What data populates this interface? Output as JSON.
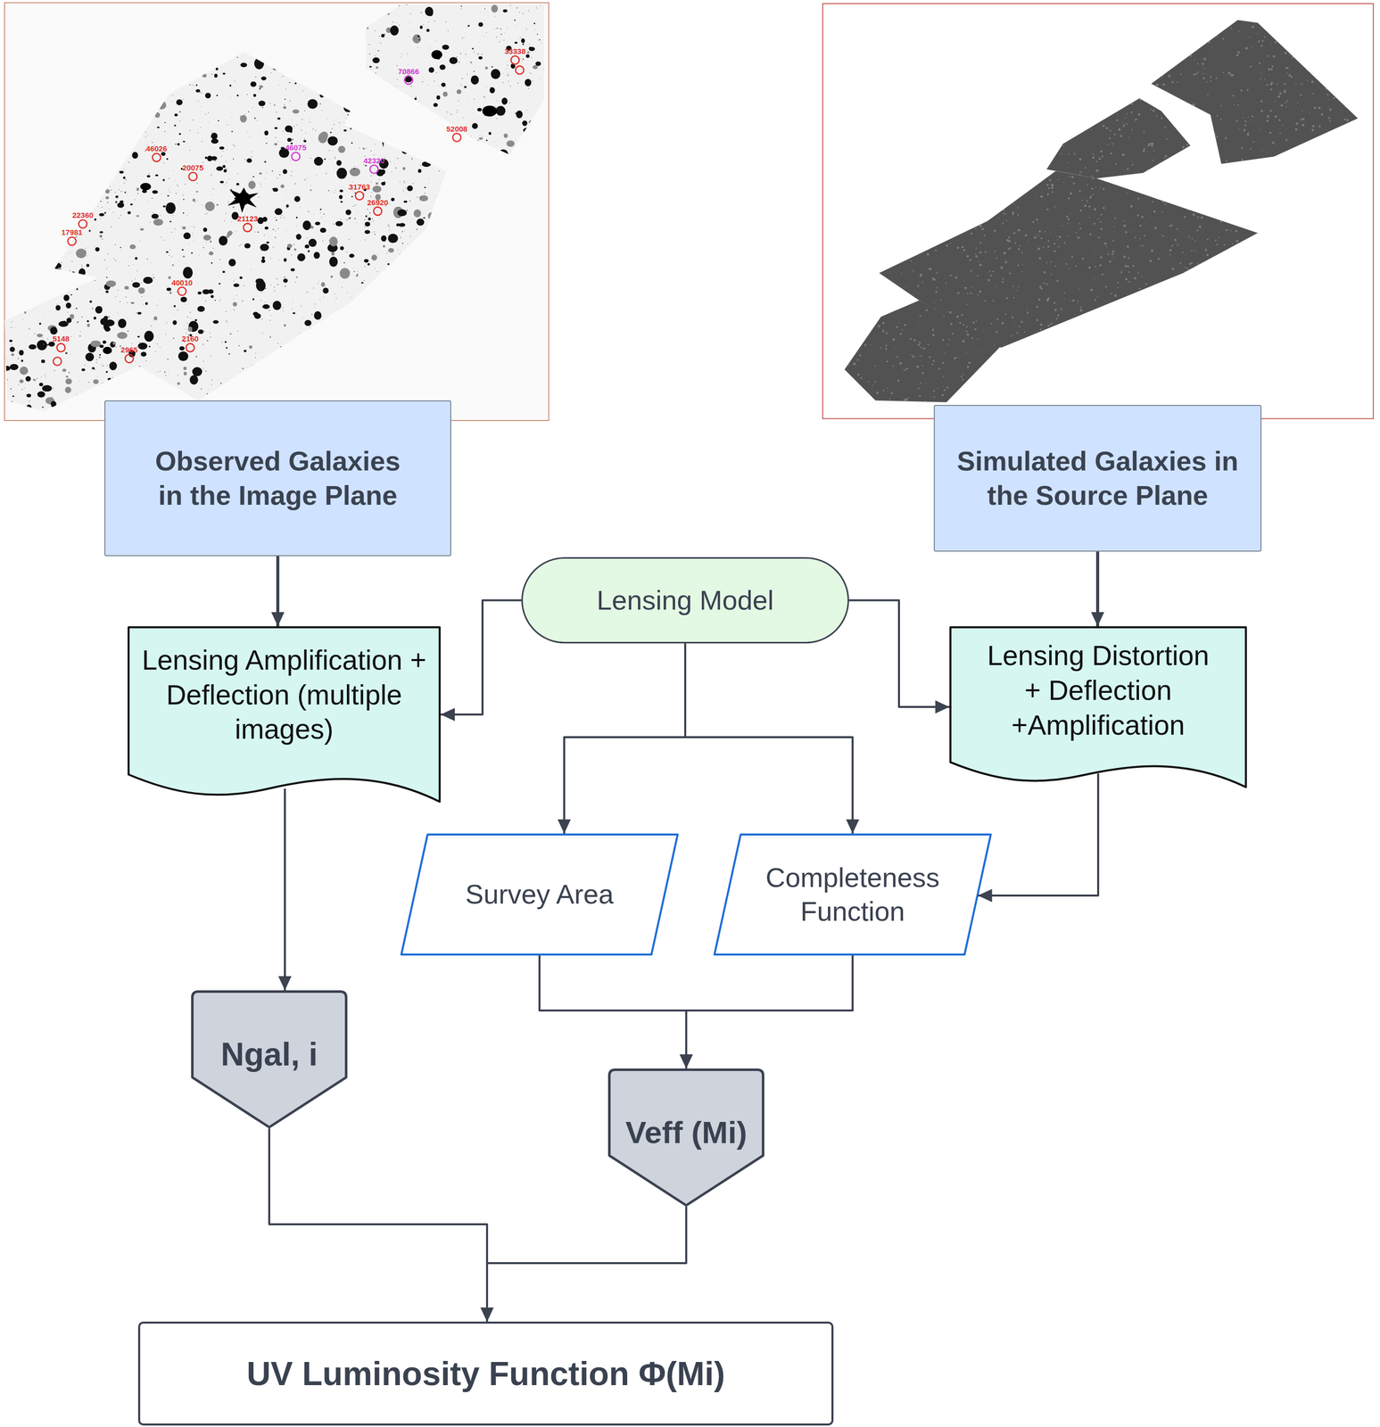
{
  "diagram": {
    "nodes": [
      {
        "text": [
          "Observed Galaxies in the Image Plane"
        ]
      },
      {
        "text": [
          "Simulated Galaxies in the Source Plane"
        ]
      },
      {
        "text": [
          "Lensing Model"
        ]
      },
      {
        "text": [
          "Lensing Amplification + Deflection (multiple images)"
        ]
      },
      {
        "text": [
          "Lensing Distortion + Deflection +Amplification"
        ]
      },
      {
        "text": [
          "Survey Area"
        ]
      },
      {
        "text": [
          "Completeness Function"
        ]
      },
      {
        "text": [
          "Ngal, i"
        ]
      },
      {
        "text": [
          "Veff (Mi)"
        ]
      },
      {
        "text": [
          "UV Luminosity Function Φ(Mi)"
        ]
      }
    ],
    "edges": [
      {
        "from": 0,
        "to": 3,
        "arrow": "to"
      },
      {
        "from": 1,
        "to": 4,
        "arrow": "to"
      },
      {
        "from": 2,
        "to": 3,
        "arrow": "to"
      },
      {
        "from": 2,
        "to": 4,
        "arrow": "to"
      },
      {
        "from": 2,
        "to": 5,
        "arrow": "to"
      },
      {
        "from": 2,
        "to": 6,
        "arrow": "to"
      },
      {
        "from": 4,
        "to": 6,
        "arrow": "to"
      },
      {
        "from": 3,
        "to": 7,
        "arrow": "to"
      },
      {
        "from": 5,
        "to": 8,
        "arrow": "to"
      },
      {
        "from": 6,
        "to": 8,
        "arrow": "to"
      },
      {
        "from": 7,
        "to": 9,
        "arrow": "to"
      },
      {
        "from": 8,
        "to": 9,
        "arrow": "to"
      }
    ],
    "labels": [
      "46026",
      "46075",
      "33338",
      "70866",
      "52008",
      "22360",
      "17981",
      "20075",
      "42320",
      "31763",
      "26920",
      "21123",
      "40010",
      "5148",
      "2965",
      "2160"
    ]
  }
}
